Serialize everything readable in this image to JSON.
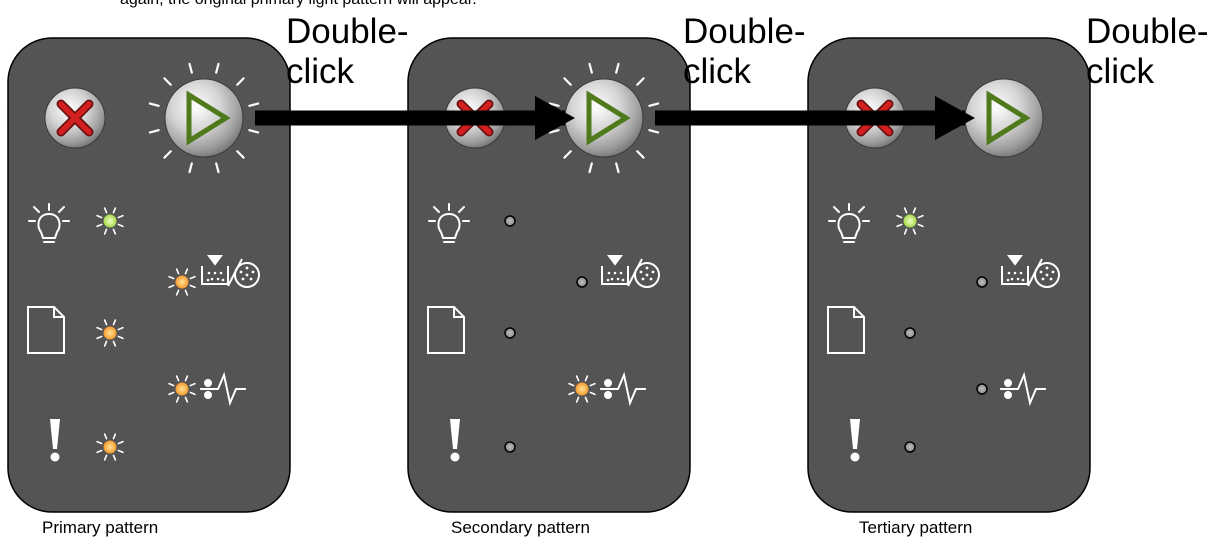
{
  "note": "again, the original primary light pattern will appear.",
  "action_label_line1": "Double-",
  "action_label_line2": "click",
  "colors": {
    "panel": "#545454",
    "panel_border": "#000000",
    "led_green": "#b8e05a",
    "led_orange": "#f7a33a",
    "led_off": "#9a9a9a",
    "cancel_x": "#d21f1f",
    "continue_triangle": "#4f7a1c"
  },
  "panels": [
    {
      "caption": "Primary pattern",
      "continue_blinking": true,
      "lights": {
        "ready": "blinking-green",
        "toner": "blinking-orange",
        "load_paper": "blinking-orange",
        "paper_jam": "blinking-orange",
        "error": "blinking-orange"
      }
    },
    {
      "caption": "Secondary pattern",
      "continue_blinking": true,
      "lights": {
        "ready": "off",
        "toner": "off",
        "load_paper": "off",
        "paper_jam": "blinking-orange",
        "error": "off"
      }
    },
    {
      "caption": "Tertiary pattern",
      "continue_blinking": false,
      "lights": {
        "ready": "blinking-green",
        "toner": "off",
        "load_paper": "off",
        "paper_jam": "off",
        "error": "off"
      }
    }
  ]
}
